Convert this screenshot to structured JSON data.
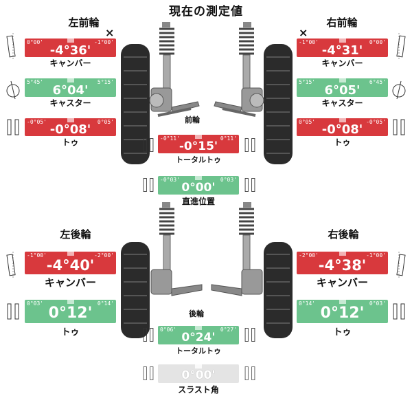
{
  "title": "現在の測定値",
  "front_left": {
    "title": "左前輪",
    "camber": {
      "min": "0°00'",
      "max": "-1°00'",
      "value": "-4°36'",
      "label": "キャンバー"
    },
    "caster": {
      "min": "5°45'",
      "max": "5°15'",
      "value": "6°04'",
      "label": "キャスター"
    },
    "toe": {
      "min": "-0°05'",
      "max": "0°05'",
      "value": "-0°08'",
      "label": "トゥ"
    }
  },
  "front_right": {
    "title": "右前輪",
    "camber": {
      "min": "-1°00'",
      "max": "0°00'",
      "value": "-4°31'",
      "label": "キャンバー"
    },
    "caster": {
      "min": "5°15'",
      "max": "6°45'",
      "value": "6°05'",
      "label": "キャスター"
    },
    "toe": {
      "min": "0°05'",
      "max": "-0°05'",
      "value": "-0°08'",
      "label": "トゥ"
    }
  },
  "front_total": {
    "title": "前輪",
    "total_toe": {
      "min": "-0°11'",
      "max": "0°11'",
      "value": "-0°15'",
      "label": "トータルトゥ"
    },
    "straight": {
      "min": "-0°03'",
      "max": "0°03'",
      "value": "0°00'",
      "label": "直進位置"
    }
  },
  "rear_left": {
    "title": "左後輪",
    "camber": {
      "min": "-1°00'",
      "max": "-2°00'",
      "value": "-4°40'",
      "label": "キャンバー"
    },
    "toe": {
      "min": "0°03'",
      "max": "0°14'",
      "value": "0°12'",
      "label": "トゥ"
    }
  },
  "rear_right": {
    "title": "右後輪",
    "camber": {
      "min": "-2°00'",
      "max": "-1°00'",
      "value": "-4°38'",
      "label": "キャンバー"
    },
    "toe": {
      "min": "0°14'",
      "max": "0°03'",
      "value": "0°12'",
      "label": "トゥ"
    }
  },
  "rear_total": {
    "title": "後輪",
    "total_toe": {
      "min": "0°06'",
      "max": "0°27'",
      "value": "0°24'",
      "label": "トータルトゥ"
    },
    "thrust": {
      "value": "0°00'",
      "label": "スラスト角"
    }
  },
  "colors": {
    "out_of_spec": "#d8393d",
    "in_spec": "#6cc38d",
    "neutral": "#e4e4e4"
  },
  "icons": {
    "cross": "×"
  }
}
